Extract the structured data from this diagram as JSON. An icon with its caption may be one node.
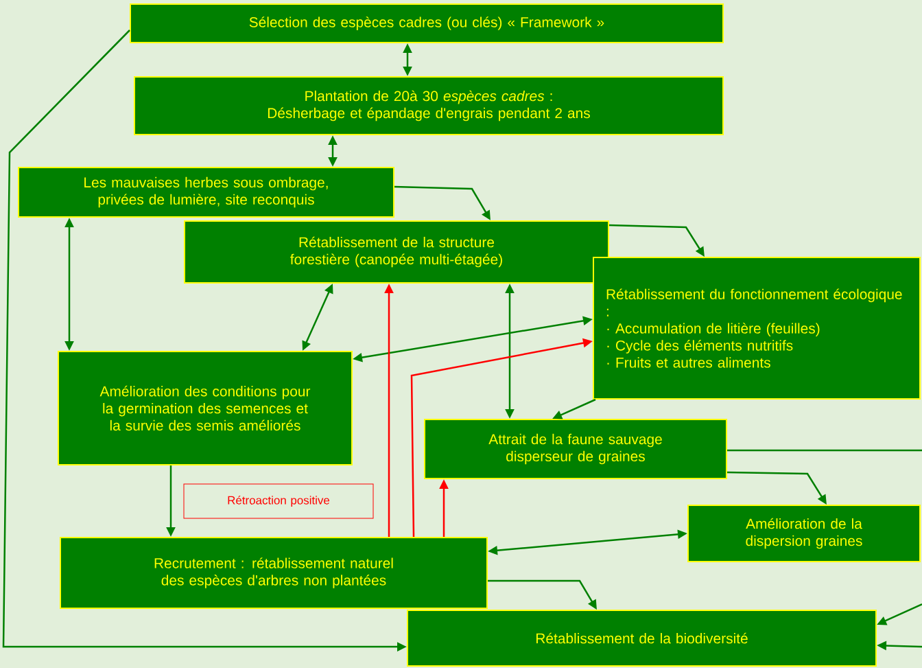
{
  "diagram": {
    "nodes": [
      {
        "text": [
          "Sélection des espèces cadres (ou clés) « Framework »"
        ]
      },
      {
        "text": [
          "Plantation de 20à 30 *espèces cadres* : Désherbage et épandage d'engrais pendant 2 ans"
        ]
      },
      {
        "text": [
          "Les mauvaises herbes sous ombrage, privées de lumière, site reconquis"
        ]
      },
      {
        "text": [
          "Rétablissement de la structure forestière (canopée multi-étagée)"
        ]
      },
      {
        "text": [
          "Rétablissement du fonctionnement écologique :",
          "· Accumulation de litière (feuilles)",
          "· Cycle des éléments nutritifs",
          "· Fruits et autres aliments"
        ]
      },
      {
        "text": [
          "Amélioration des conditions pour la germination des semences et la survie des semis améliorés"
        ]
      },
      {
        "text": [
          "Attrait de la faune sauvage disperseur de graines"
        ]
      },
      {
        "text": [
          "Rétroaction positive"
        ]
      },
      {
        "text": [
          "Amélioration de la dispersion graines"
        ]
      },
      {
        "text": [
          "Recrutement : rétablissement naturel des espèces d'arbres non plantées"
        ]
      },
      {
        "text": [
          "Rétablissement de la biodiversité"
        ]
      }
    ],
    "edges": [
      {
        "from": 0,
        "to": 1,
        "arrow": "both"
      },
      {
        "from": 1,
        "to": 2,
        "arrow": "both"
      },
      {
        "from": 0,
        "to": 10,
        "arrow": "to"
      },
      {
        "from": 2,
        "to": 3,
        "arrow": "to"
      },
      {
        "from": 3,
        "to": 4,
        "arrow": "to"
      },
      {
        "from": 2,
        "to": 5,
        "arrow": "both"
      },
      {
        "from": 3,
        "to": 5,
        "arrow": "both"
      },
      {
        "from": 3,
        "to": 6,
        "arrow": "both"
      },
      {
        "from": 4,
        "to": 5,
        "arrow": "both"
      },
      {
        "from": 9,
        "to": 4,
        "arrow": "to",
        "color": "#ff0000"
      },
      {
        "from": 9,
        "to": 3,
        "arrow": "to",
        "color": "#ff0000"
      },
      {
        "from": 9,
        "to": 6,
        "arrow": "to",
        "color": "#ff0000"
      },
      {
        "from": 4,
        "to": 6,
        "arrow": "to"
      },
      {
        "from": 6,
        "to": 8,
        "arrow": "to"
      },
      {
        "from": 6,
        "to": null,
        "arrow": "none"
      },
      {
        "from": 5,
        "to": 9,
        "arrow": "to"
      },
      {
        "from": 8,
        "to": 9,
        "arrow": "both"
      },
      {
        "from": 9,
        "to": 10,
        "arrow": "to"
      },
      {
        "from": null,
        "to": 10,
        "arrow": "to"
      },
      {
        "from": null,
        "to": 10,
        "arrow": "to"
      }
    ]
  }
}
